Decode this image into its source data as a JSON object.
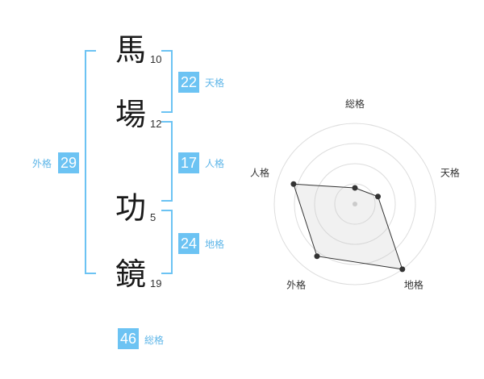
{
  "name": {
    "chars": [
      {
        "char": "馬",
        "strokes": "10"
      },
      {
        "char": "場",
        "strokes": "12"
      },
      {
        "char": "功",
        "strokes": "5"
      },
      {
        "char": "鏡",
        "strokes": "19"
      }
    ]
  },
  "fortunes": {
    "tenkaku": {
      "value": "22",
      "label": "天格"
    },
    "jinkaku": {
      "value": "17",
      "label": "人格"
    },
    "chikaku": {
      "value": "24",
      "label": "地格"
    },
    "gaikaku": {
      "value": "29",
      "label": "外格"
    },
    "soukaku": {
      "value": "46",
      "label": "総格"
    }
  },
  "colors": {
    "accent": "#6cc3f3",
    "text": "#333333"
  },
  "chart_data": {
    "type": "radar",
    "axes": [
      "総格",
      "天格",
      "地格",
      "外格",
      "人格"
    ],
    "values": [
      0.2,
      0.3,
      1.0,
      0.8,
      0.8
    ],
    "range": [
      0,
      1
    ],
    "rings": 4
  }
}
